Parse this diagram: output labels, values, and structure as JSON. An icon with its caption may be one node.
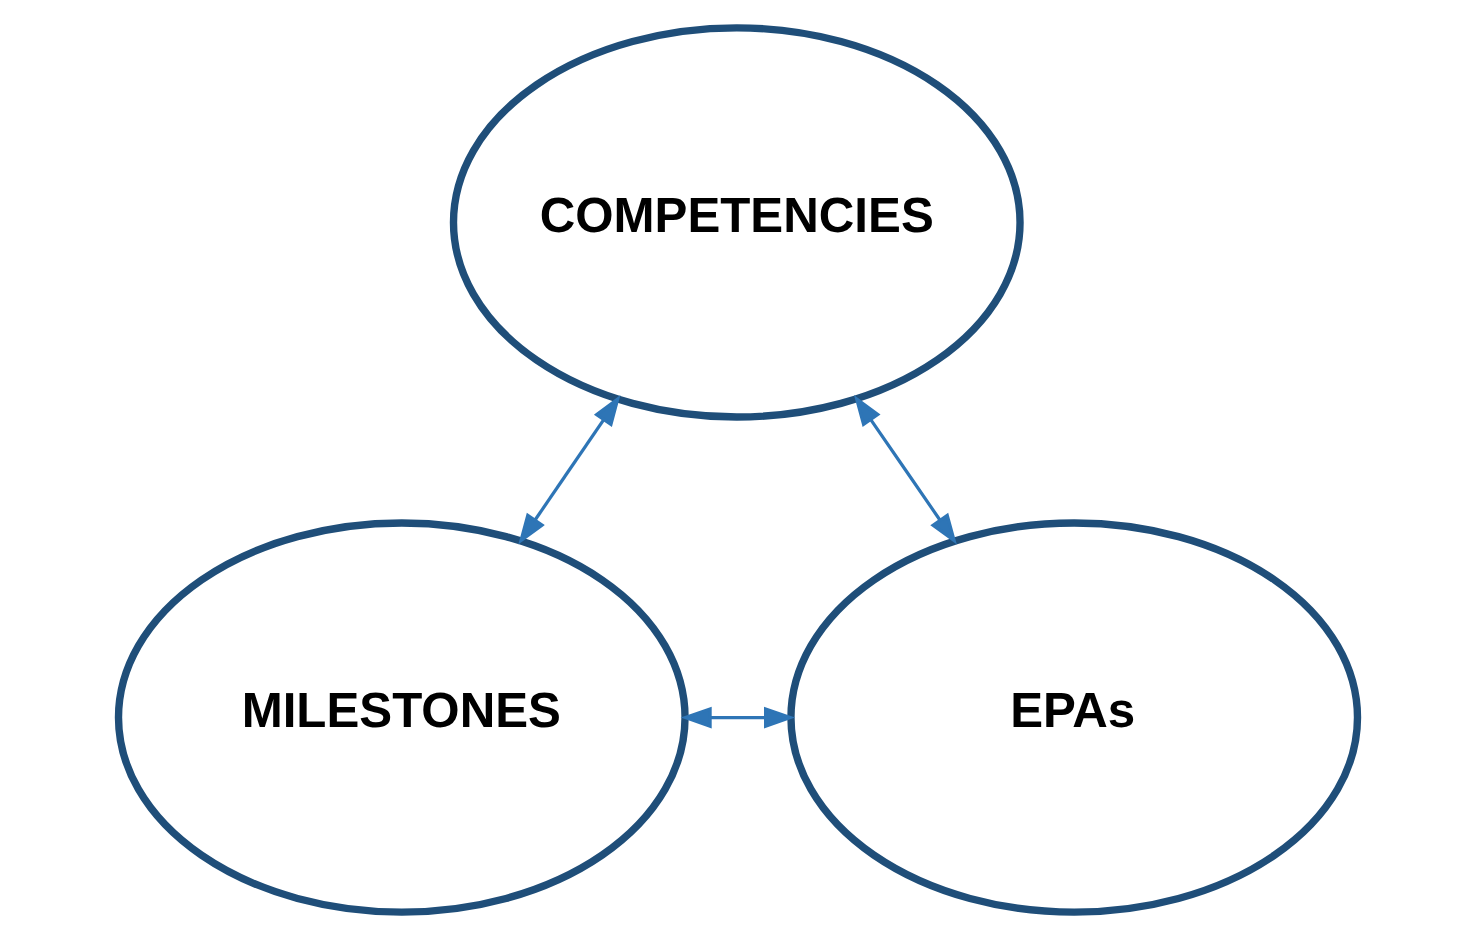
{
  "diagram": {
    "nodes": [
      {
        "text": [
          "COMPETENCIES"
        ]
      },
      {
        "text": [
          "MILESTONES"
        ]
      },
      {
        "text": [
          "EPAs"
        ]
      }
    ],
    "edges": [
      {
        "from": 0,
        "to": 1,
        "arrow": "both"
      },
      {
        "from": 0,
        "to": 2,
        "arrow": "both"
      },
      {
        "from": 1,
        "to": 2,
        "arrow": "both"
      }
    ]
  }
}
